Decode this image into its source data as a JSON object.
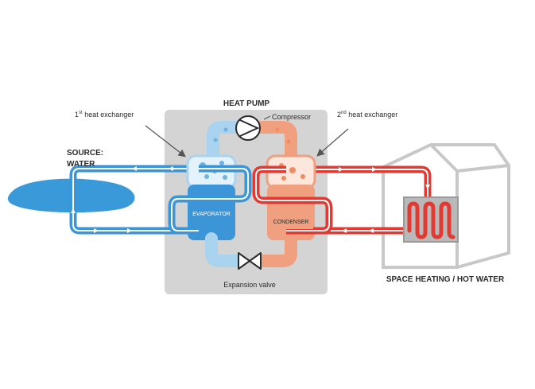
{
  "labels": {
    "heat_pump": "HEAT PUMP",
    "compressor": "Compressor",
    "first_exchanger_prefix": "1",
    "first_exchanger_sup": "st",
    "first_exchanger_rest": " heat exchanger",
    "second_exchanger_prefix": "2",
    "second_exchanger_sup": "nd",
    "second_exchanger_rest": " heat exchanger",
    "source_line1": "SOURCE:",
    "source_line2": "WATER",
    "evaporator": "EVAPORATOR",
    "condenser": "CONDENSER",
    "expansion_valve": "Expansion valve",
    "space_heating": "SPACE HEATING / HOT WATER"
  },
  "colors": {
    "cold_blue": "#3b95d6",
    "cold_blue_light": "#a9d3ee",
    "hot_red": "#e23a33",
    "hot_salmon": "#f0a07f",
    "housing_gray": "#d4d4d4",
    "water_blue": "#3a9ad9",
    "house_outline": "#c8c8c8"
  },
  "icons": {
    "compressor": "compressor-icon",
    "expansion_valve": "valve-icon",
    "radiator": "radiator-icon",
    "water_body": "water-icon",
    "house": "house-icon"
  }
}
